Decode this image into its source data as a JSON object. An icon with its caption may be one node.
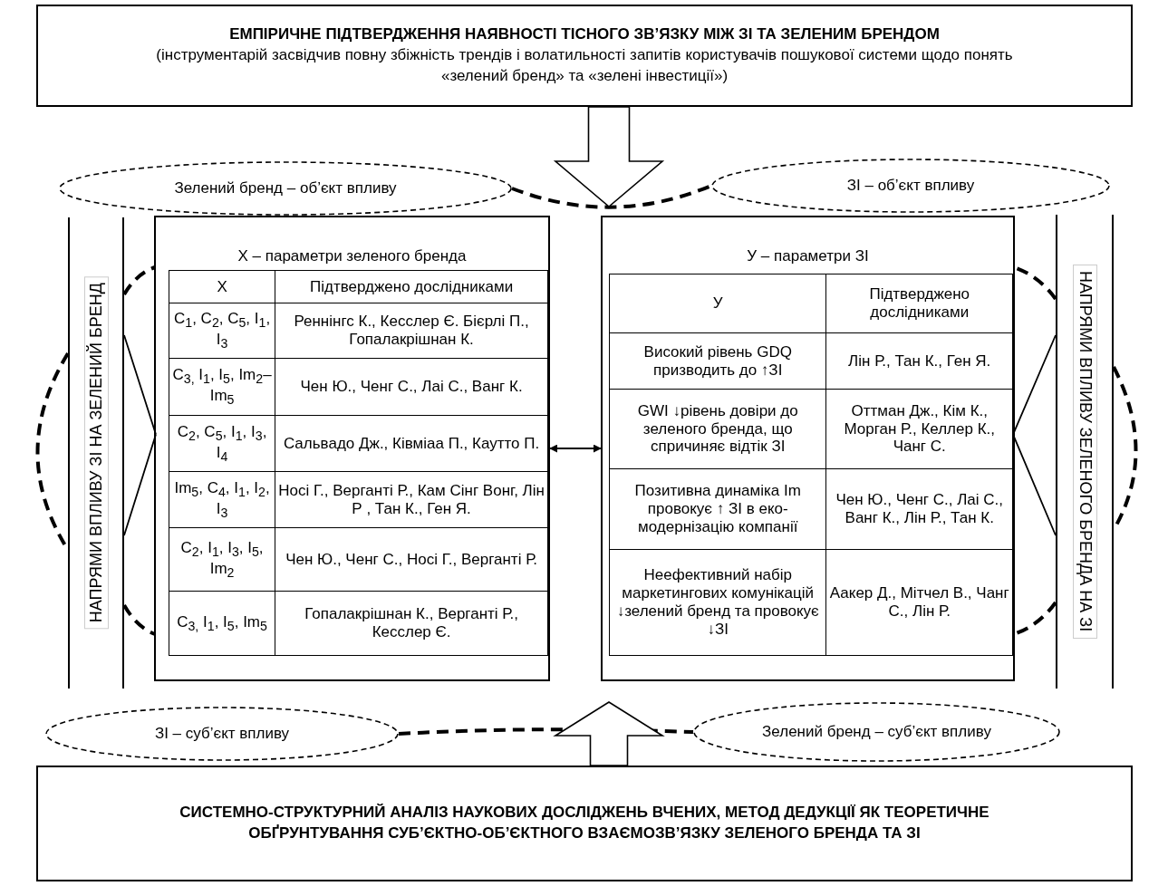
{
  "diagram": {
    "nodes": [
      {
        "text": [
          "ЕМПІРИЧНЕ ПІДТВЕРДЖЕННЯ НАЯВНОСТІ ТІСНОГО ЗВ’ЯЗКУ МІЖ ЗІ ТА ЗЕЛЕНИМ БРЕНДОМ",
          "(інструментарій засвідчив повну збіжність трендів і волатильності запитів користувачів пошукової системи щодо понять «зелений бренд» та «зелені інвестиції»)"
        ]
      },
      {
        "text": [
          "СИСТЕМНО-СТРУКТУРНИЙ АНАЛІЗ НАУКОВИХ ДОСЛІДЖЕНЬ ВЧЕНИХ, МЕТОД ДЕДУКЦІЇ ЯК ТЕОРЕТИЧНЕ ОБҐРУНТУВАННЯ СУБ’ЄКТНО-ОБ’ЄКТНОГО ВЗАЄМОЗВ’ЯЗКУ ЗЕЛЕНОГО БРЕНДА ТА ЗІ"
        ]
      },
      {
        "text": [
          "Зелений бренд – об’єкт впливу"
        ]
      },
      {
        "text": [
          "ЗІ – об’єкт впливу"
        ]
      },
      {
        "text": [
          "ЗІ – суб’єкт впливу"
        ]
      },
      {
        "text": [
          "Зелений бренд – суб’єкт впливу"
        ]
      },
      {
        "text": [
          "НАПРЯМИ ВПЛИВУ ЗІ НА ЗЕЛЕНИЙ БРЕНД"
        ]
      },
      {
        "text": [
          "НАПРЯМИ ВПЛИВУ ЗЕЛЕНОГО БРЕНДА НА ЗІ"
        ]
      },
      {
        "text": [
          "Х – параметри зеленого бренда"
        ]
      },
      {
        "text": [
          "У – параметри ЗІ"
        ]
      }
    ],
    "edges": [
      {
        "from": 0,
        "to": null,
        "arrow": "to"
      },
      {
        "from": 1,
        "to": null,
        "arrow": "to"
      },
      {
        "from": 8,
        "to": 9,
        "arrow": "both"
      },
      {
        "from": 6,
        "to": 8,
        "arrow": "none"
      },
      {
        "from": 7,
        "to": 9,
        "arrow": "none"
      },
      {
        "from": 2,
        "to": 3,
        "arrow": "none",
        "style": "dashed"
      },
      {
        "from": 4,
        "to": 5,
        "arrow": "none",
        "style": "dashed"
      },
      {
        "from": 6,
        "to": 8,
        "arrow": "none",
        "style": "dashed"
      },
      {
        "from": 6,
        "to": 8,
        "arrow": "none",
        "style": "dashed"
      },
      {
        "from": 7,
        "to": 9,
        "arrow": "none",
        "style": "dashed"
      },
      {
        "from": 7,
        "to": 9,
        "arrow": "none",
        "style": "dashed"
      }
    ],
    "labels": [
      "Х",
      "Підтверджено дослідниками",
      "C$_{1}$, C$_{2}$, C$_{5}$, I$_{1}$, I$_{3}$",
      "Реннінгс К., Кесслер Є. Бієрлі П., Гопалакрішнан К.",
      "C$_{3,}$ I$_{1}$, I$_{5}$, Im$_{2}$–Im$_{5}$",
      "Чен Ю., Ченг С., Лаі С., Ванг К.",
      "C$_{2}$, C$_{5}$, I$_{1}$, I$_{3}$, I$_{4}$",
      "Сальвадо Дж., Ківміаа П., Каутто П.",
      "Im$_{5}$, C$_{4}$, I$_{1}$, I$_{2}$, I$_{3}$",
      "Носі Г., Верганті Р., Кам Сінг Вонг, Лін Р , Тан К., Ген Я.",
      "C$_{2}$, I$_{1}$, I$_{3}$, I$_{5}$, Im$_{2}$",
      "Чен Ю., Ченг С., Носі Г., Верганті Р.",
      "C$_{3,}$ I$_{1}$, I$_{5}$, Im$_{5}$",
      "Гопалакрішнан К., Верганті Р., Кесслер Є.",
      "У",
      "Підтверджено дослідниками",
      "Високий рівень GDQ призводить до ↑ЗІ",
      "Лін Р., Тан К., Ген Я.",
      "GWI ↓рівень довіри до зеленого бренда, що спричиняє відтік ЗІ",
      "Оттман Дж., Кім К., Морган Р., Келлер К., Чанг С.",
      "Позитивна динаміка Im провокує ↑ ЗІ в еко-модернізацію компанії",
      "Чен Ю., Ченг С., Лаі С., Ванг К., Лін Р., Тан К.",
      "Неефективний набір маркетингових комунікацій ↓зелений бренд та провокує ↓ЗІ",
      "Аакер Д., Мітчел В., Чанг С., Лін Р."
    ]
  }
}
